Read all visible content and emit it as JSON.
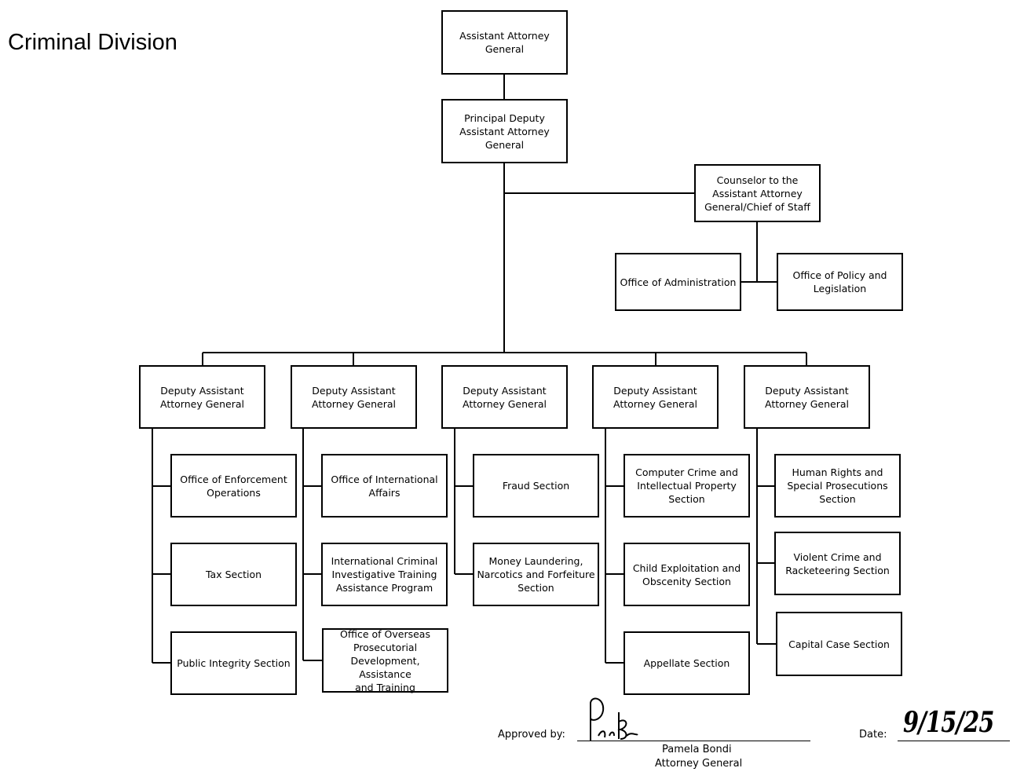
{
  "title": "Criminal Division",
  "leadership": {
    "aag": "Assistant Attorney\nGeneral",
    "pdaag": "Principal Deputy\nAssistant Attorney\nGeneral",
    "counselor": "Counselor to the\nAssistant Attorney\nGeneral/Chief of Staff",
    "admin": "Office of Administration",
    "policy": "Office of Policy and\nLegislation"
  },
  "deputies": [
    {
      "label": "Deputy Assistant\nAttorney General",
      "sections": [
        "Office of Enforcement\nOperations",
        "Tax Section",
        "Public Integrity Section"
      ]
    },
    {
      "label": "Deputy Assistant\nAttorney General",
      "sections": [
        "Office of International\nAffairs",
        "International Criminal\nInvestigative Training\nAssistance Program",
        "Office of Overseas\nProsecutorial\nDevelopment, Assistance\nand Training"
      ]
    },
    {
      "label": "Deputy Assistant\nAttorney General",
      "sections": [
        "Fraud Section",
        "Money Laundering,\nNarcotics and Forfeiture\nSection"
      ]
    },
    {
      "label": "Deputy Assistant\nAttorney General",
      "sections": [
        "Computer Crime and\nIntellectual Property\nSection",
        "Child Exploitation and\nObscenity Section",
        "Appellate Section"
      ]
    },
    {
      "label": "Deputy Assistant\nAttorney General",
      "sections": [
        "Human Rights and\nSpecial Prosecutions\nSection",
        "Violent Crime and\nRacketeering Section",
        "Capital Case Section"
      ]
    }
  ],
  "approval": {
    "approved_by_label": "Approved by:",
    "signer_name": "Pamela Bondi",
    "signer_title": "Attorney General",
    "date_label": "Date:",
    "handwritten_date": "9/15/25",
    "signature": "Pam Bondi"
  }
}
